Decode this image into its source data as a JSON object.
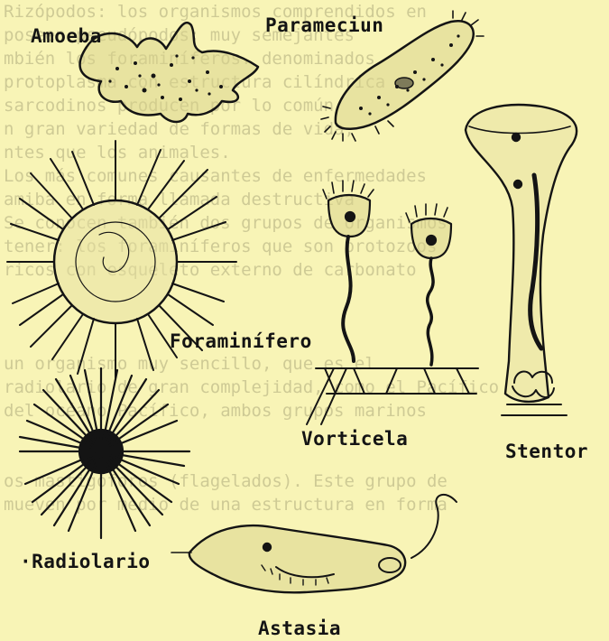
{
  "labels": {
    "amoeba": "Amoeba",
    "paramecium": "Parameciun",
    "foraminifero": "Foraminífero",
    "vorticela": "Vorticela",
    "stentor": "Stentor",
    "radiolario": "·Radiolario",
    "astasia": "Astasia"
  },
  "background_text": [
    "Rizópodos: los organismos comprendidos en",
    "poseen pseudópodos; muy semejantes",
    "mbién los foraminíferos. denominados",
    "protoplasma con estructura cilíndrica",
    "sarcodinos producen por lo común",
    "n gran variedad de formas de vida,",
    "ntes que los animales.",
    "Los más comunes causantes de enfermedades",
    "amiba en forma llamada destructiva",
    "Se conocen también dos grupos de organismos",
    "tener: los foraminíferos que son protozoos",
    "ricos con esqueleto externo de carbonato",
    "",
    "",
    "",
    "un organismo muy sencillo, que es el",
    "radiolario de gran complejidad, como el Pacífico",
    "del océano Pacífico, ambos grupos marinos",
    "",
    "",
    "os mastigóforos (flagelados). Este grupo de",
    "mueven por medio de una estructura en forma",
    ""
  ],
  "colors": {
    "paper": "#f8f4b6",
    "ink": "#141414"
  }
}
